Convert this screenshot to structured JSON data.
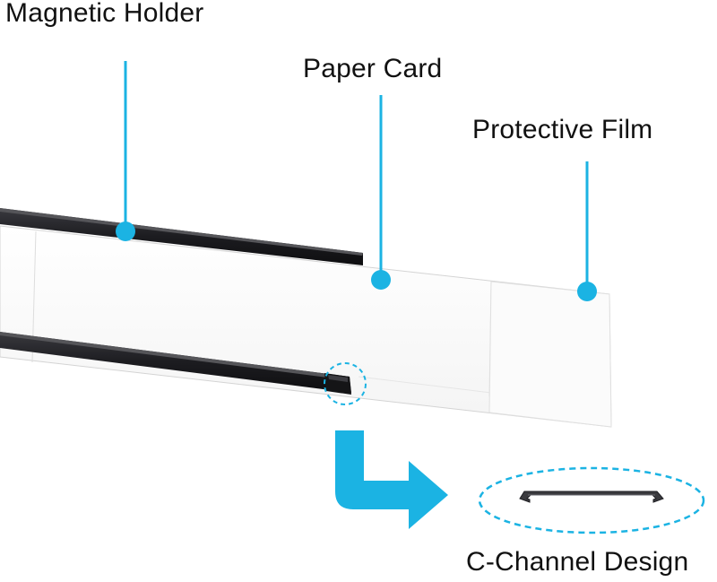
{
  "labels": {
    "magnetic_holder": "Magnetic Holder",
    "paper_card": "Paper Card",
    "protective_film": "Protective Film",
    "c_channel_design": "C-Channel Design"
  },
  "colors": {
    "accent": "#1bb3e3",
    "holder": "#1e1e22",
    "card": "#ffffff",
    "card_edge": "#d6d6d6",
    "text": "#111111"
  },
  "icons": {
    "arrow": "bent-arrow-icon",
    "profile": "c-channel-profile-icon"
  }
}
